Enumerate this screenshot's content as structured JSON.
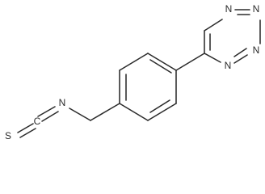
{
  "molecule": {
    "atom_labels": {
      "n1": "N",
      "n2": "N",
      "n3": "N",
      "n4": "N",
      "n_iso": "N",
      "c_iso": "C",
      "s_iso": "S"
    },
    "colors": {
      "bond": "#2b2b2b",
      "background": "#ffffff"
    }
  }
}
